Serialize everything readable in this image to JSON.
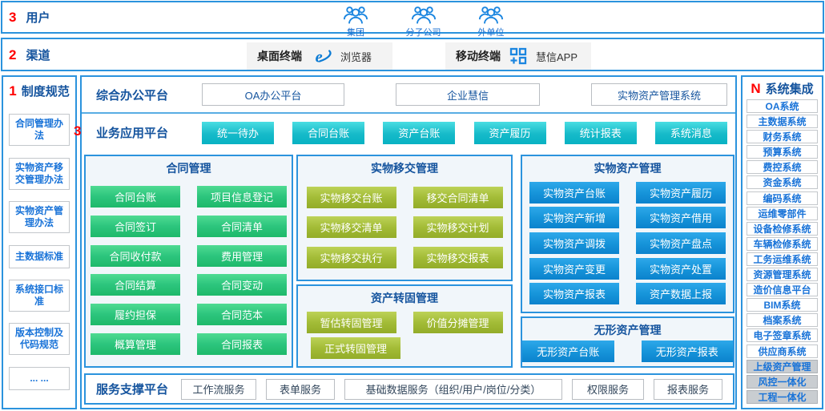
{
  "colors": {
    "border_blue": "#2b93dd",
    "header_blue": "#15549e",
    "item_blue": "#1973d8",
    "accent_red": "#ff0000",
    "cyan_button": "#17bccb",
    "green_button": "#2cc57d",
    "olive_button": "#a3bc37",
    "blue_button": "#1795da",
    "gray_fill": "#c9cdd1"
  },
  "users_row": {
    "num": "3",
    "label": "用户",
    "groups": [
      {
        "icon": "users-group-icon",
        "label": "集团"
      },
      {
        "icon": "users-group-icon",
        "label": "分子公司"
      },
      {
        "icon": "users-group-icon",
        "label": "外单位"
      }
    ]
  },
  "channels_row": {
    "num": "2",
    "label": "渠道",
    "desktop": {
      "label": "桌面终端",
      "browser_icon": "ie-browser-icon",
      "browser": "浏览器"
    },
    "mobile": {
      "label": "移动终端",
      "grid_icon": "app-grid-icon",
      "app": "慧信APP"
    }
  },
  "regulations": {
    "num": "1",
    "title": "制度规范",
    "items": [
      "合同管理办法",
      "实物资产移交管理办法",
      "实物资产管理办法",
      "主数据标准",
      "系统接口标准",
      "版本控制及代码规范",
      "... ..."
    ]
  },
  "integration": {
    "num": "N",
    "title": "系统集成",
    "items": [
      "OA系统",
      "主数据系统",
      "财务系统",
      "预算系统",
      "费控系统",
      "资金系统",
      "编码系统",
      "运维零部件",
      "设备检修系统",
      "车辆检修系统",
      "工务运维系统",
      "资源管理系统",
      "造价信息平台",
      "BIM系统",
      "档案系统",
      "电子签章系统",
      "供应商系统"
    ],
    "gray_items": [
      "上级资产管理",
      "风控一体化",
      "工程一体化"
    ]
  },
  "office_platform": {
    "label": "综合办公平台",
    "buttons": [
      "OA办公平台",
      "企业慧信",
      "实物资产管理系统"
    ]
  },
  "business_platform": {
    "num": "3",
    "label": "业务应用平台",
    "buttons": [
      "统一待办",
      "合同台账",
      "资产台账",
      "资产履历",
      "统计报表",
      "系统消息"
    ]
  },
  "contract": {
    "title": "合同管理",
    "buttons": [
      "合同台账",
      "项目信息登记",
      "合同签订",
      "合同清单",
      "合同收付款",
      "费用管理",
      "合同结算",
      "合同变动",
      "履约担保",
      "合同范本",
      "概算管理",
      "合同报表"
    ]
  },
  "handover": {
    "title": "实物移交管理",
    "buttons": [
      "实物移交台账",
      "移交合同清单",
      "实物移交清单",
      "实物移交计划",
      "实物移交执行",
      "实物移交报表"
    ]
  },
  "transfer": {
    "title": "资产转固管理",
    "buttons": [
      "暂估转固管理",
      "价值分摊管理",
      "正式转固管理"
    ]
  },
  "physical": {
    "title": "实物资产管理",
    "buttons": [
      "实物资产台账",
      "实物资产履历",
      "实物资产新增",
      "实物资产借用",
      "实物资产调拨",
      "实物资产盘点",
      "实物资产变更",
      "实物资产处置",
      "实物资产报表",
      "资产数据上报"
    ]
  },
  "intangible": {
    "title": "无形资产管理",
    "buttons": [
      "无形资产台账",
      "无形资产报表"
    ]
  },
  "support": {
    "label": "服务支撑平台",
    "buttons": [
      "工作流服务",
      "表单服务",
      "基础数据服务（组织/用户/岗位/分类）",
      "权限服务",
      "报表服务"
    ]
  }
}
